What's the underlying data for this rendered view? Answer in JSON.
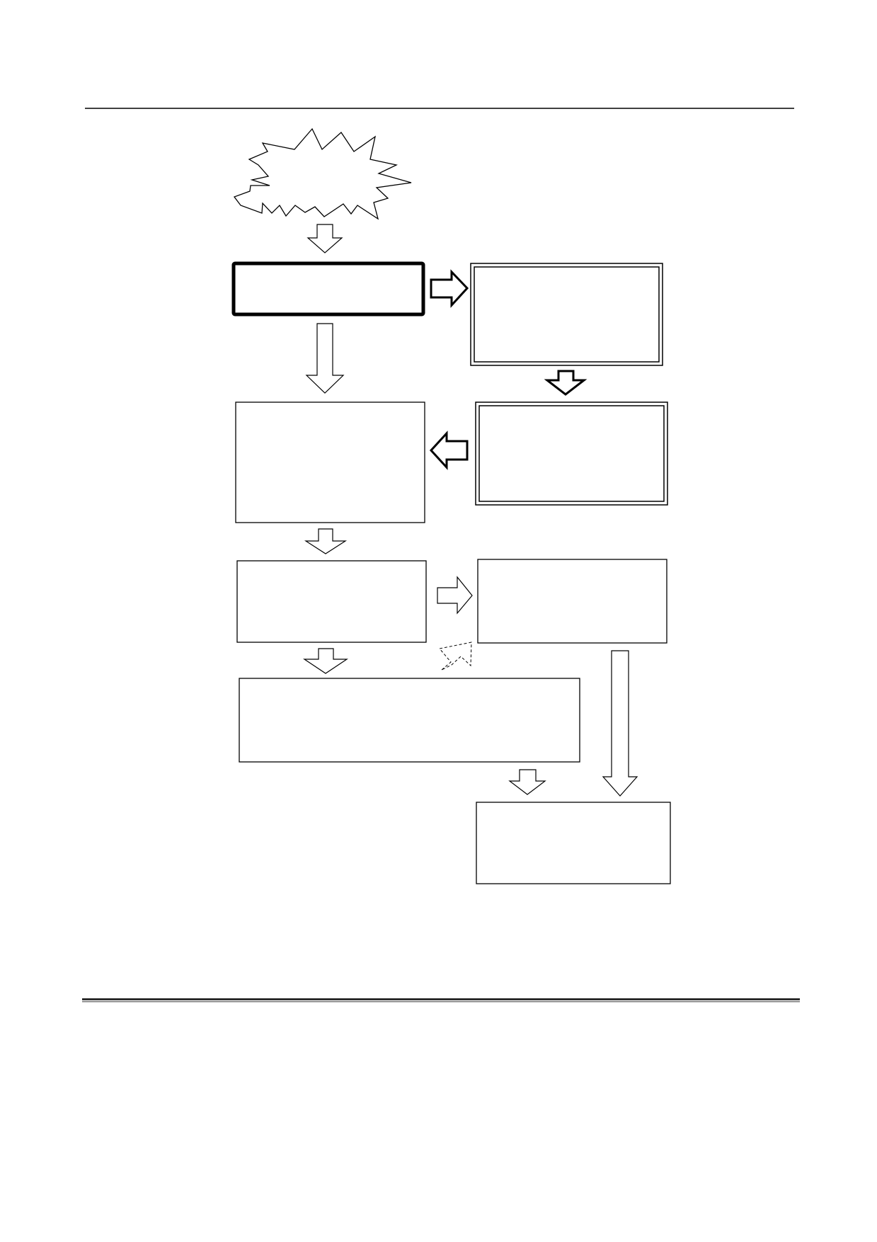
{
  "diagram": {
    "nodes": [
      {
        "id": "start-burst",
        "shape": "starburst",
        "border": "single",
        "text": ""
      },
      {
        "id": "box-1",
        "shape": "rectangle",
        "border": "thick",
        "text": ""
      },
      {
        "id": "box-2",
        "shape": "rectangle",
        "border": "double",
        "text": ""
      },
      {
        "id": "box-3",
        "shape": "rectangle",
        "border": "double",
        "text": ""
      },
      {
        "id": "box-4",
        "shape": "rectangle",
        "border": "single",
        "text": ""
      },
      {
        "id": "box-5",
        "shape": "rectangle",
        "border": "single",
        "text": ""
      },
      {
        "id": "box-6",
        "shape": "rectangle",
        "border": "single",
        "text": ""
      },
      {
        "id": "box-7",
        "shape": "rectangle",
        "border": "single",
        "text": ""
      },
      {
        "id": "box-8",
        "shape": "rectangle",
        "border": "single",
        "text": ""
      }
    ],
    "edges": [
      {
        "from": "start-burst",
        "to": "box-1",
        "style": "solid"
      },
      {
        "from": "box-1",
        "to": "box-2",
        "style": "solid"
      },
      {
        "from": "box-1",
        "to": "box-4",
        "style": "solid"
      },
      {
        "from": "box-2",
        "to": "box-3",
        "style": "solid"
      },
      {
        "from": "box-3",
        "to": "box-4",
        "style": "solid"
      },
      {
        "from": "box-4",
        "to": "box-5",
        "style": "solid"
      },
      {
        "from": "box-5",
        "to": "box-6",
        "style": "solid"
      },
      {
        "from": "box-5",
        "to": "box-7",
        "style": "solid"
      },
      {
        "from": "box-7",
        "to": "box-6",
        "style": "dashed"
      },
      {
        "from": "box-7",
        "to": "box-8",
        "style": "solid"
      },
      {
        "from": "box-6",
        "to": "box-8",
        "style": "solid"
      }
    ]
  },
  "colors": {
    "line": "#000000",
    "fill": "#ffffff",
    "rule_shadow": "#9a9a9a"
  }
}
